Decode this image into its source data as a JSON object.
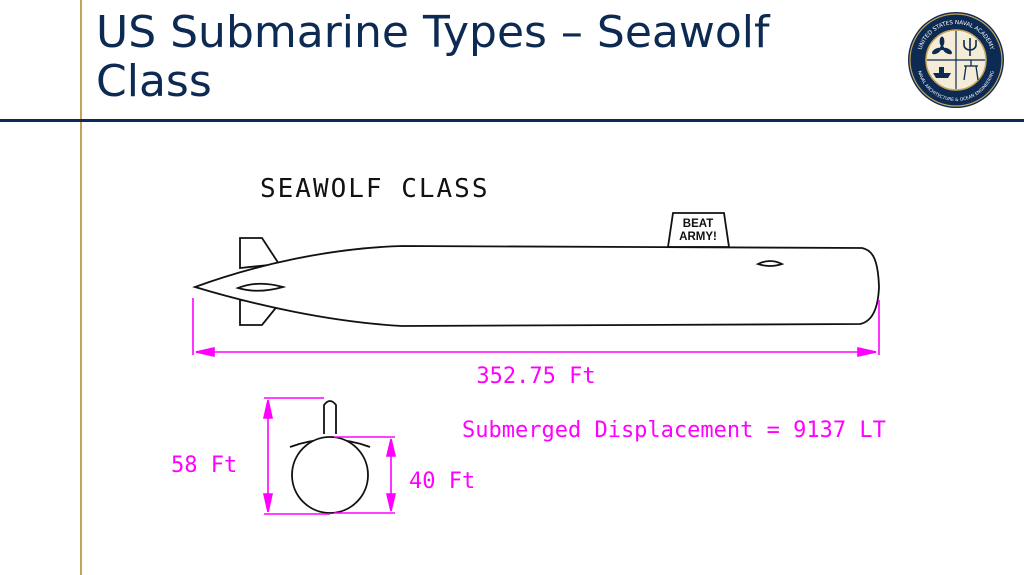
{
  "slide": {
    "title": "US Submarine Types – Seawolf Class"
  },
  "logo": {
    "ring_text_top": "UNITED STATES NAVAL ACADEMY",
    "ring_text_bottom": "NAVAL ARCHITECTURE & OCEAN ENGINEERING"
  },
  "drawing": {
    "heading": "SEAWOLF CLASS",
    "sail_text_line1": "BEAT",
    "sail_text_line2": "ARMY!",
    "length_label": "352.75 Ft",
    "displacement_label": "Submerged Displacement = 9137 LT",
    "height_label": "58 Ft",
    "diameter_label": "40 Ft",
    "dimension_color": "#ff00ff"
  }
}
